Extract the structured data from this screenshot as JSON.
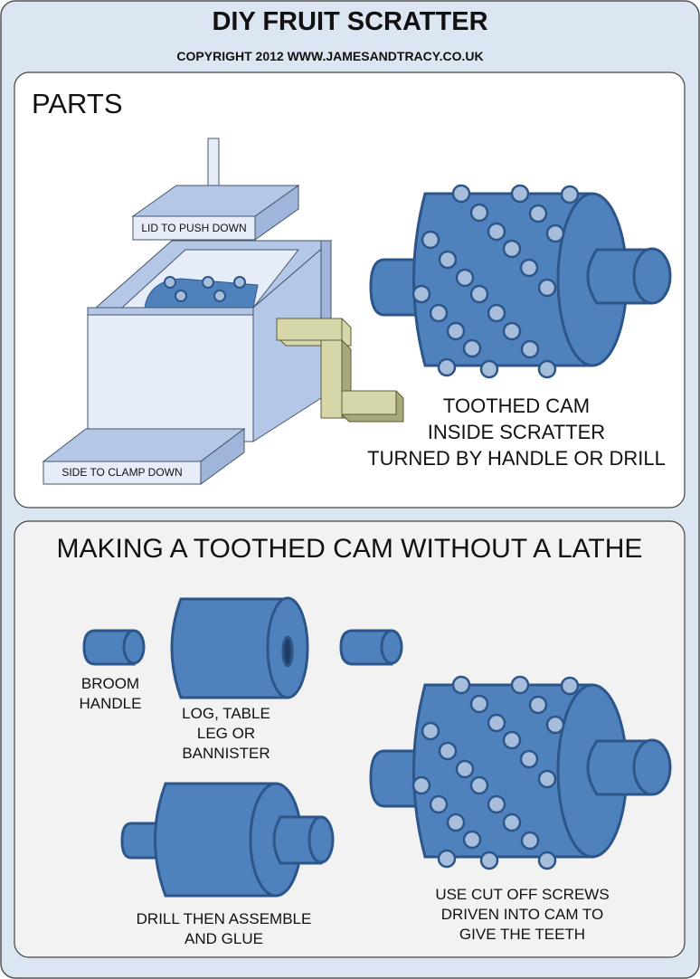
{
  "title": "DIY FRUIT SCRATTER",
  "copyright": "COPYRIGHT 2012 WWW.JAMESANDTRACY.CO.UK",
  "parts": {
    "heading": "PARTS",
    "lid_label": "LID TO PUSH DOWN",
    "side_label": "SIDE TO CLAMP DOWN",
    "cam_caption": [
      "TOOTHED CAM",
      "INSIDE SCRATTER",
      "TURNED BY HANDLE OR DRILL"
    ]
  },
  "making": {
    "heading": "MAKING A TOOTHED CAM WITHOUT A LATHE",
    "broom_label": [
      "BROOM",
      "HANDLE"
    ],
    "log_label": [
      "LOG, TABLE",
      "LEG OR",
      "BANNISTER"
    ],
    "assemble_label": [
      "DRILL THEN ASSEMBLE",
      "AND GLUE"
    ],
    "screws_label": [
      "USE CUT OFF SCREWS",
      "DRIVEN INTO CAM TO",
      "GIVE THE TEETH"
    ]
  },
  "colors": {
    "cam": "#4f81bd",
    "cam_stroke": "#2c5689",
    "tooth": "#a6bddb",
    "box": "#b4c7e7",
    "box_light": "#e6edf8",
    "handle": "#d6d6a8",
    "panel2": "#f2f2f2",
    "frame": "#dce6f2"
  }
}
